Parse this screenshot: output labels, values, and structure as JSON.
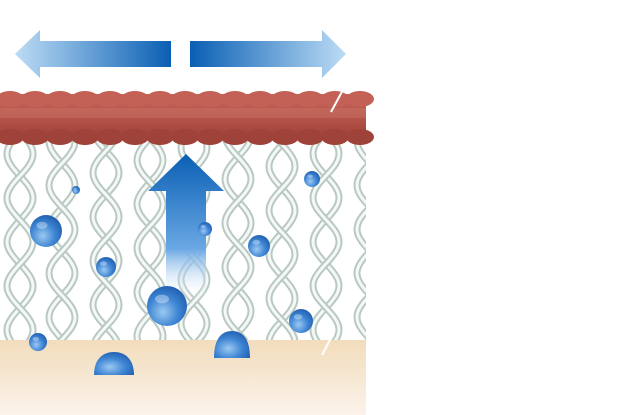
{
  "diagram": {
    "arrows": {
      "horizontal_left_icon": "arrow-left-icon",
      "horizontal_right_icon": "arrow-right-icon",
      "vertical_up_icon": "arrow-up-icon"
    },
    "layers": {
      "top": "skin-surface-cell-layer",
      "middle": "fiber-network-layer",
      "bottom": "base-layer"
    },
    "colors": {
      "arrow_blue_dark": "#0a5fb4",
      "arrow_blue_light": "#bcdcf5",
      "cell_red": "#b6544a",
      "cell_red_light": "#cf7a6c",
      "fiber": "#c9d6cf",
      "droplet_dark": "#1d5fb3",
      "droplet_light": "#7fb6ea",
      "base_top": "#f2dcbc",
      "base_bottom": "#fbf3ea"
    }
  }
}
